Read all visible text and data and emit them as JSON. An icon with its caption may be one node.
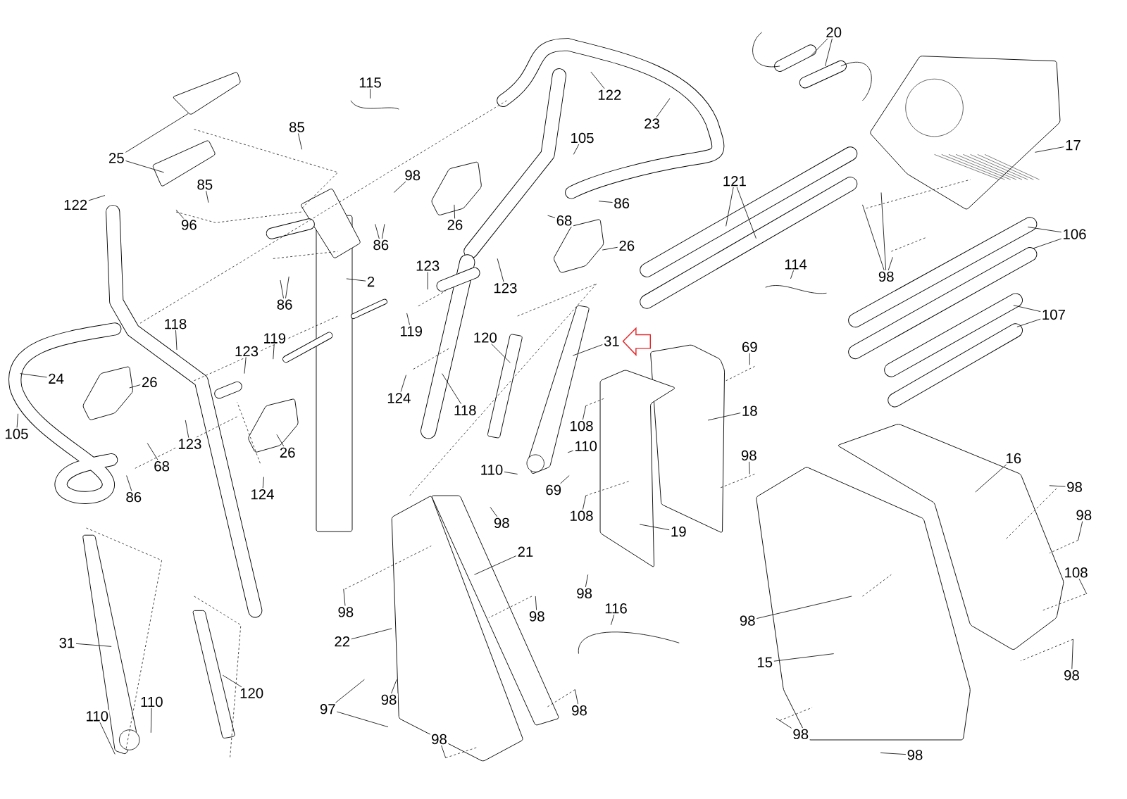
{
  "diagram": {
    "nodes": [
      {
        "text": [
          "115"
        ]
      },
      {
        "text": [
          "122"
        ]
      },
      {
        "text": [
          "23"
        ]
      },
      {
        "text": [
          "20"
        ]
      },
      {
        "text": [
          "17"
        ]
      },
      {
        "text": [
          "25"
        ]
      },
      {
        "text": [
          "85"
        ]
      },
      {
        "text": [
          "105"
        ]
      },
      {
        "text": [
          "98"
        ]
      },
      {
        "text": [
          "121"
        ]
      },
      {
        "text": [
          "122"
        ]
      },
      {
        "text": [
          "85"
        ]
      },
      {
        "text": [
          "86"
        ]
      },
      {
        "text": [
          "96"
        ]
      },
      {
        "text": [
          "26"
        ]
      },
      {
        "text": [
          "68"
        ]
      },
      {
        "text": [
          "86"
        ]
      },
      {
        "text": [
          "106"
        ]
      },
      {
        "text": [
          "26"
        ]
      },
      {
        "text": [
          "114"
        ]
      },
      {
        "text": [
          "123"
        ]
      },
      {
        "text": [
          "98"
        ]
      },
      {
        "text": [
          "2"
        ]
      },
      {
        "text": [
          "123"
        ]
      },
      {
        "text": [
          "86"
        ]
      },
      {
        "text": [
          "107"
        ]
      },
      {
        "text": [
          "118"
        ]
      },
      {
        "text": [
          "119"
        ]
      },
      {
        "text": [
          "119"
        ]
      },
      {
        "text": [
          "123"
        ]
      },
      {
        "text": [
          "120"
        ]
      },
      {
        "text": [
          "31"
        ]
      },
      {
        "text": [
          "69"
        ]
      },
      {
        "text": [
          "24"
        ]
      },
      {
        "text": [
          "26"
        ]
      },
      {
        "text": [
          "124"
        ]
      },
      {
        "text": [
          "118"
        ]
      },
      {
        "text": [
          "18"
        ]
      },
      {
        "text": [
          "108"
        ]
      },
      {
        "text": [
          "105"
        ]
      },
      {
        "text": [
          "123"
        ]
      },
      {
        "text": [
          "110"
        ]
      },
      {
        "text": [
          "26"
        ]
      },
      {
        "text": [
          "98"
        ]
      },
      {
        "text": [
          "16"
        ]
      },
      {
        "text": [
          "68"
        ]
      },
      {
        "text": [
          "110"
        ]
      },
      {
        "text": [
          "69"
        ]
      },
      {
        "text": [
          "124"
        ]
      },
      {
        "text": [
          "98"
        ]
      },
      {
        "text": [
          "86"
        ]
      },
      {
        "text": [
          "98"
        ]
      },
      {
        "text": [
          "108"
        ]
      },
      {
        "text": [
          "98"
        ]
      },
      {
        "text": [
          "19"
        ]
      },
      {
        "text": [
          "21"
        ]
      },
      {
        "text": [
          "108"
        ]
      },
      {
        "text": [
          "98"
        ]
      },
      {
        "text": [
          "98"
        ]
      },
      {
        "text": [
          "98"
        ]
      },
      {
        "text": [
          "116"
        ]
      },
      {
        "text": [
          "98"
        ]
      },
      {
        "text": [
          "31"
        ]
      },
      {
        "text": [
          "22"
        ]
      },
      {
        "text": [
          "15"
        ]
      },
      {
        "text": [
          "98"
        ]
      },
      {
        "text": [
          "120"
        ]
      },
      {
        "text": [
          "110"
        ]
      },
      {
        "text": [
          "98"
        ]
      },
      {
        "text": [
          "97"
        ]
      },
      {
        "text": [
          "110"
        ]
      },
      {
        "text": [
          "98"
        ]
      },
      {
        "text": [
          "98"
        ]
      },
      {
        "text": [
          "98"
        ]
      },
      {
        "text": [
          "98"
        ]
      }
    ],
    "edges": [
      {
        "from": 0,
        "to": null,
        "arrow": "none"
      },
      {
        "from": 1,
        "to": null,
        "arrow": "none"
      },
      {
        "from": 2,
        "to": null,
        "arrow": "none"
      },
      {
        "from": 3,
        "to": null,
        "arrow": "none"
      },
      {
        "from": 3,
        "to": null,
        "arrow": "none"
      },
      {
        "from": 4,
        "to": null,
        "arrow": "none"
      },
      {
        "from": 5,
        "to": null,
        "arrow": "none"
      },
      {
        "from": 5,
        "to": null,
        "arrow": "none"
      },
      {
        "from": 6,
        "to": null,
        "arrow": "none"
      },
      {
        "from": 7,
        "to": null,
        "arrow": "none"
      },
      {
        "from": 8,
        "to": null,
        "arrow": "none"
      },
      {
        "from": 9,
        "to": null,
        "arrow": "none"
      },
      {
        "from": 9,
        "to": null,
        "arrow": "none"
      },
      {
        "from": 10,
        "to": null,
        "arrow": "none"
      },
      {
        "from": 11,
        "to": null,
        "arrow": "none"
      },
      {
        "from": 12,
        "to": null,
        "arrow": "none"
      },
      {
        "from": 13,
        "to": null,
        "arrow": "none"
      },
      {
        "from": 14,
        "to": null,
        "arrow": "none"
      },
      {
        "from": 15,
        "to": null,
        "arrow": "none"
      },
      {
        "from": 16,
        "to": null,
        "arrow": "none"
      },
      {
        "from": 16,
        "to": null,
        "arrow": "none"
      },
      {
        "from": 17,
        "to": null,
        "arrow": "none"
      },
      {
        "from": 17,
        "to": null,
        "arrow": "none"
      },
      {
        "from": 18,
        "to": null,
        "arrow": "none"
      },
      {
        "from": 19,
        "to": null,
        "arrow": "none"
      },
      {
        "from": 20,
        "to": null,
        "arrow": "none"
      },
      {
        "from": 21,
        "to": null,
        "arrow": "none"
      },
      {
        "from": 21,
        "to": null,
        "arrow": "none"
      },
      {
        "from": 21,
        "to": null,
        "arrow": "none"
      },
      {
        "from": 22,
        "to": null,
        "arrow": "none"
      },
      {
        "from": 23,
        "to": null,
        "arrow": "none"
      },
      {
        "from": 24,
        "to": null,
        "arrow": "none"
      },
      {
        "from": 24,
        "to": null,
        "arrow": "none"
      },
      {
        "from": 25,
        "to": null,
        "arrow": "none"
      },
      {
        "from": 25,
        "to": null,
        "arrow": "none"
      },
      {
        "from": 26,
        "to": null,
        "arrow": "none"
      },
      {
        "from": 27,
        "to": null,
        "arrow": "none"
      },
      {
        "from": 28,
        "to": null,
        "arrow": "none"
      },
      {
        "from": 29,
        "to": null,
        "arrow": "none"
      },
      {
        "from": 30,
        "to": null,
        "arrow": "none"
      },
      {
        "from": 31,
        "to": null,
        "arrow": "none"
      },
      {
        "from": 32,
        "to": null,
        "arrow": "none"
      },
      {
        "from": 33,
        "to": null,
        "arrow": "none"
      },
      {
        "from": 34,
        "to": null,
        "arrow": "none"
      },
      {
        "from": 35,
        "to": null,
        "arrow": "none"
      },
      {
        "from": 36,
        "to": null,
        "arrow": "none"
      },
      {
        "from": 37,
        "to": null,
        "arrow": "none"
      },
      {
        "from": 38,
        "to": null,
        "arrow": "none"
      },
      {
        "from": 39,
        "to": null,
        "arrow": "none"
      },
      {
        "from": 40,
        "to": null,
        "arrow": "none"
      },
      {
        "from": 41,
        "to": null,
        "arrow": "none"
      },
      {
        "from": 42,
        "to": null,
        "arrow": "none"
      },
      {
        "from": 43,
        "to": null,
        "arrow": "none"
      },
      {
        "from": 44,
        "to": null,
        "arrow": "none"
      },
      {
        "from": 45,
        "to": null,
        "arrow": "none"
      },
      {
        "from": 46,
        "to": null,
        "arrow": "none"
      },
      {
        "from": 47,
        "to": null,
        "arrow": "none"
      },
      {
        "from": 48,
        "to": null,
        "arrow": "none"
      },
      {
        "from": 49,
        "to": null,
        "arrow": "none"
      },
      {
        "from": 50,
        "to": null,
        "arrow": "none"
      },
      {
        "from": 51,
        "to": null,
        "arrow": "none"
      },
      {
        "from": 52,
        "to": null,
        "arrow": "none"
      },
      {
        "from": 53,
        "to": null,
        "arrow": "none"
      },
      {
        "from": 54,
        "to": null,
        "arrow": "none"
      },
      {
        "from": 55,
        "to": null,
        "arrow": "none"
      },
      {
        "from": 56,
        "to": null,
        "arrow": "none"
      },
      {
        "from": 57,
        "to": null,
        "arrow": "none"
      },
      {
        "from": 58,
        "to": null,
        "arrow": "none"
      },
      {
        "from": 59,
        "to": null,
        "arrow": "none"
      },
      {
        "from": 60,
        "to": null,
        "arrow": "none"
      },
      {
        "from": 61,
        "to": null,
        "arrow": "none"
      },
      {
        "from": 62,
        "to": null,
        "arrow": "none"
      },
      {
        "from": 63,
        "to": null,
        "arrow": "none"
      },
      {
        "from": 64,
        "to": null,
        "arrow": "none"
      },
      {
        "from": 65,
        "to": null,
        "arrow": "none"
      },
      {
        "from": 66,
        "to": null,
        "arrow": "none"
      },
      {
        "from": 67,
        "to": null,
        "arrow": "none"
      },
      {
        "from": 68,
        "to": null,
        "arrow": "none"
      },
      {
        "from": 69,
        "to": null,
        "arrow": "none"
      },
      {
        "from": 69,
        "to": null,
        "arrow": "none"
      },
      {
        "from": 70,
        "to": null,
        "arrow": "none"
      },
      {
        "from": 71,
        "to": null,
        "arrow": "none"
      },
      {
        "from": 72,
        "to": null,
        "arrow": "none"
      },
      {
        "from": 73,
        "to": null,
        "arrow": "none"
      },
      {
        "from": 74,
        "to": null,
        "arrow": "none"
      },
      {
        "from": null,
        "to": 31,
        "arrow": "to",
        "color": "#e6262a"
      }
    ]
  }
}
